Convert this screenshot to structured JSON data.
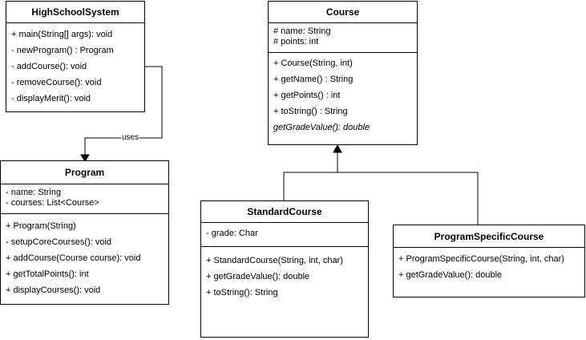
{
  "classes": {
    "highschool": {
      "name": "HighSchoolSystem",
      "methods": [
        "+ main(String[] args): void",
        "- newProgram() : Program",
        "- addCourse(): void",
        "- removeCourse(): void",
        "- displayMerit(): void"
      ]
    },
    "course": {
      "name": "Course",
      "attributes": [
        "# name: String",
        "# points: int"
      ],
      "methods": [
        "+ Course(String, int)",
        "+ getName() : String",
        "+ getPoints() : int",
        "+ toString() : String",
        "getGradeValue(): double"
      ]
    },
    "program": {
      "name": "Program",
      "attributes": [
        "- name: String",
        "- courses: List<Course>"
      ],
      "methods": [
        "+ Program(String)",
        "- setupCoreCourses(): void",
        "+ addCourse(Course course): void",
        "+ getTotalPoints(): int",
        "+ displayCourses(): void"
      ]
    },
    "standard": {
      "name": "StandardCourse",
      "attributes": [
        "- grade: Char"
      ],
      "methods": [
        "+ StandardCourse(String, int, char)",
        "+ getGradeValue(): double",
        "+ toString(): String"
      ]
    },
    "programspecific": {
      "name": "ProgramSpecificCourse",
      "methods": [
        "+ ProgramSpecificCourse(String, int, char)",
        "+ getGradeValue(): double"
      ]
    }
  },
  "relations": {
    "uses_label": "uses"
  }
}
